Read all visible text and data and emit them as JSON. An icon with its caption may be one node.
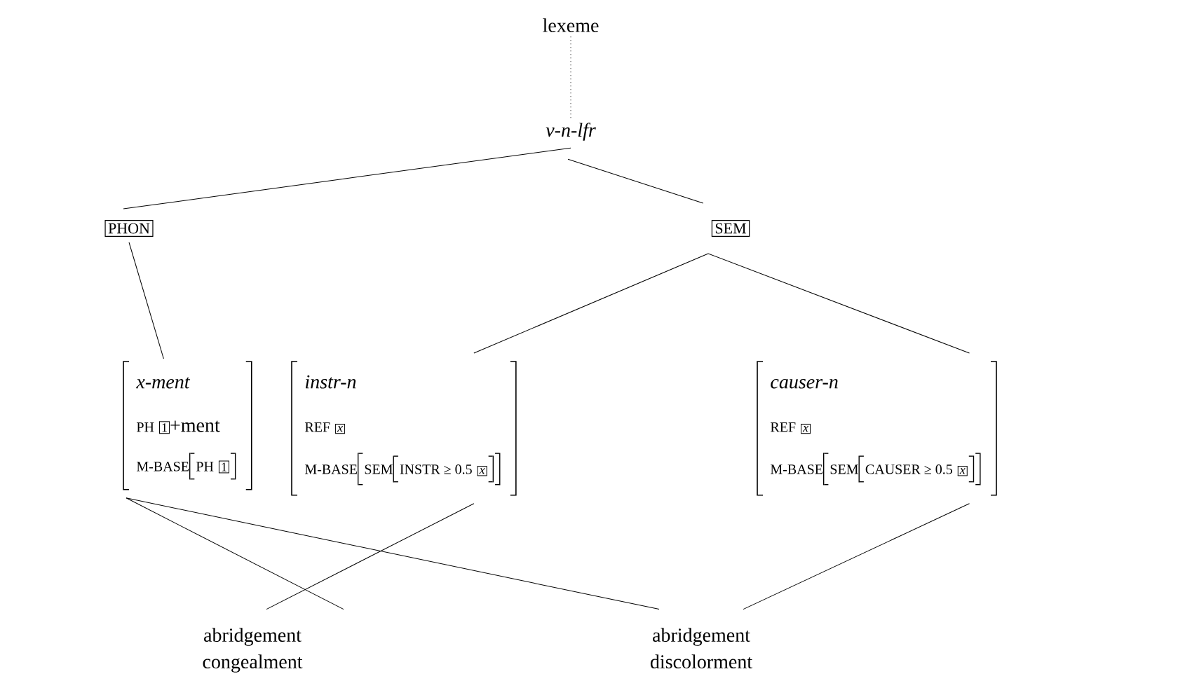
{
  "diagram": {
    "nodes": [
      {
        "text": [
          "lexeme"
        ]
      },
      {
        "text": [
          "v-n-lfr"
        ]
      },
      {
        "text": [
          "PHON"
        ]
      },
      {
        "text": [
          "SEM"
        ]
      },
      {
        "text": [
          "x-ment",
          "PH",
          "1",
          "+ment",
          "M-BASE",
          "PH",
          "1"
        ]
      },
      {
        "text": [
          "instr-n",
          "REF",
          "x",
          "M-BASE",
          "SEM",
          "INSTR ≥ 0.5",
          "x"
        ]
      },
      {
        "text": [
          "causer-n",
          "REF",
          "x",
          "M-BASE",
          "SEM",
          "CAUSER ≥ 0.5",
          "x"
        ]
      },
      {
        "text": [
          "abridgement",
          "congealment"
        ]
      },
      {
        "text": [
          "abridgement",
          "discolorment"
        ]
      }
    ],
    "edges": [
      {
        "from": 0,
        "to": 1,
        "arrow": "none",
        "style": "dashed"
      },
      {
        "from": 1,
        "to": 2,
        "arrow": "none"
      },
      {
        "from": 1,
        "to": 3,
        "arrow": "none"
      },
      {
        "from": 2,
        "to": 4,
        "arrow": "none"
      },
      {
        "from": 3,
        "to": 5,
        "arrow": "none"
      },
      {
        "from": 3,
        "to": 6,
        "arrow": "none"
      },
      {
        "from": 4,
        "to": 7,
        "arrow": "none"
      },
      {
        "from": 5,
        "to": 7,
        "arrow": "none"
      },
      {
        "from": 4,
        "to": 8,
        "arrow": "none"
      },
      {
        "from": 6,
        "to": 8,
        "arrow": "none"
      }
    ]
  }
}
